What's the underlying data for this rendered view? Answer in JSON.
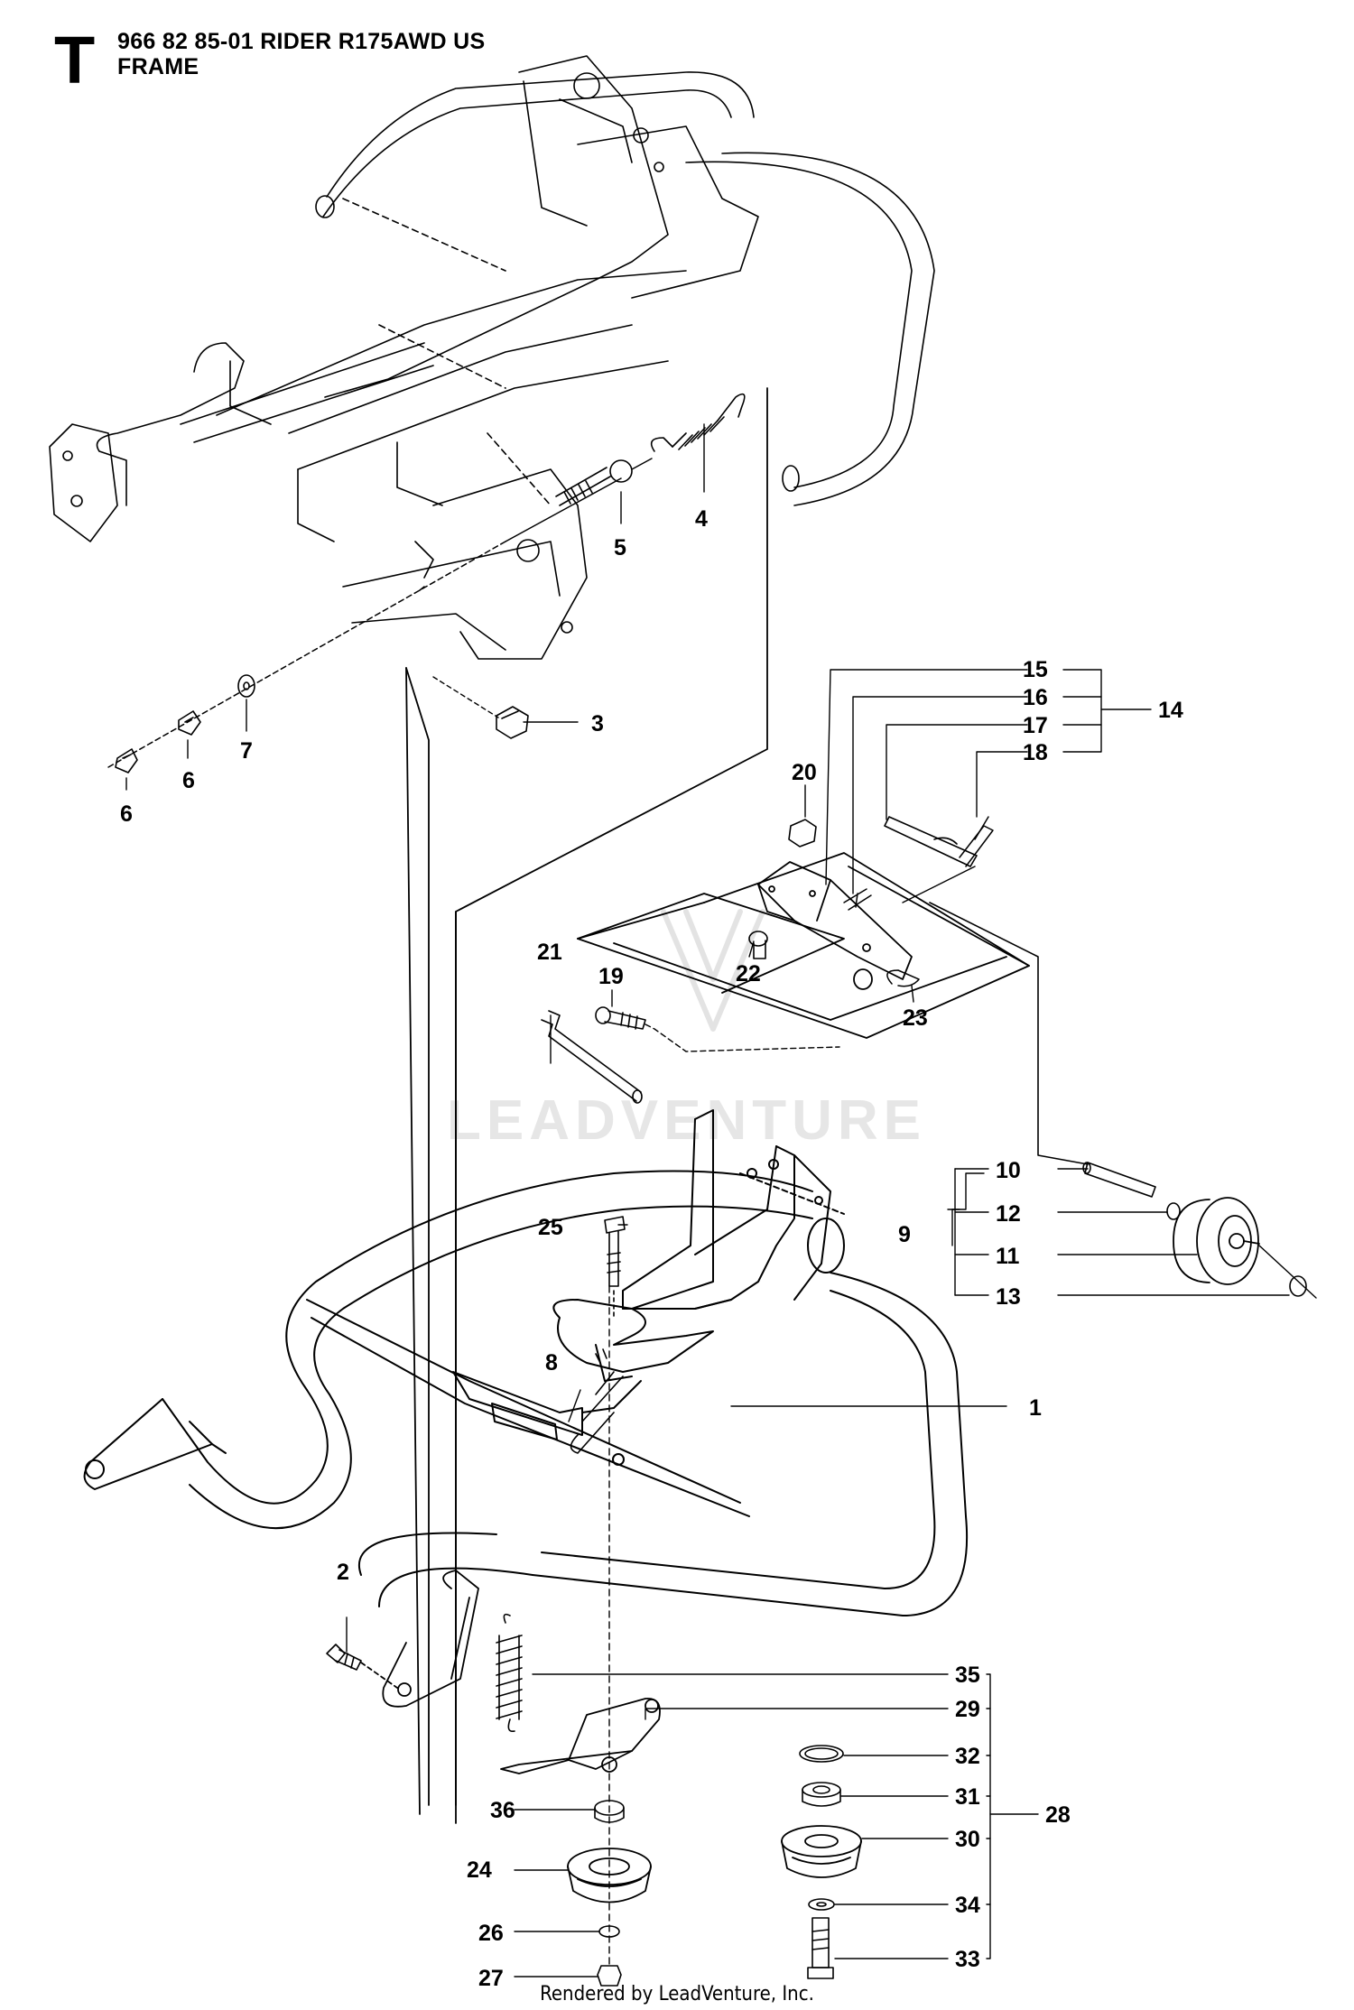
{
  "header": {
    "section_letter": "T",
    "title_line1": "966 82 85-01 RIDER R175AWD US",
    "title_line2": "FRAME"
  },
  "watermark": {
    "text": "LEADVENTURE",
    "color": "#e6e6e6"
  },
  "footer": {
    "text": "Rendered by LeadVenture, Inc."
  },
  "callouts": [
    "1",
    "2",
    "3",
    "4",
    "5",
    "6",
    "6",
    "7",
    "8",
    "9",
    "10",
    "11",
    "12",
    "13",
    "14",
    "15",
    "16",
    "17",
    "18",
    "19",
    "20",
    "21",
    "22",
    "23",
    "24",
    "25",
    "26",
    "27",
    "28",
    "29",
    "30",
    "31",
    "32",
    "33",
    "34",
    "35",
    "36"
  ],
  "colors": {
    "line": "#000000",
    "background": "#ffffff"
  }
}
